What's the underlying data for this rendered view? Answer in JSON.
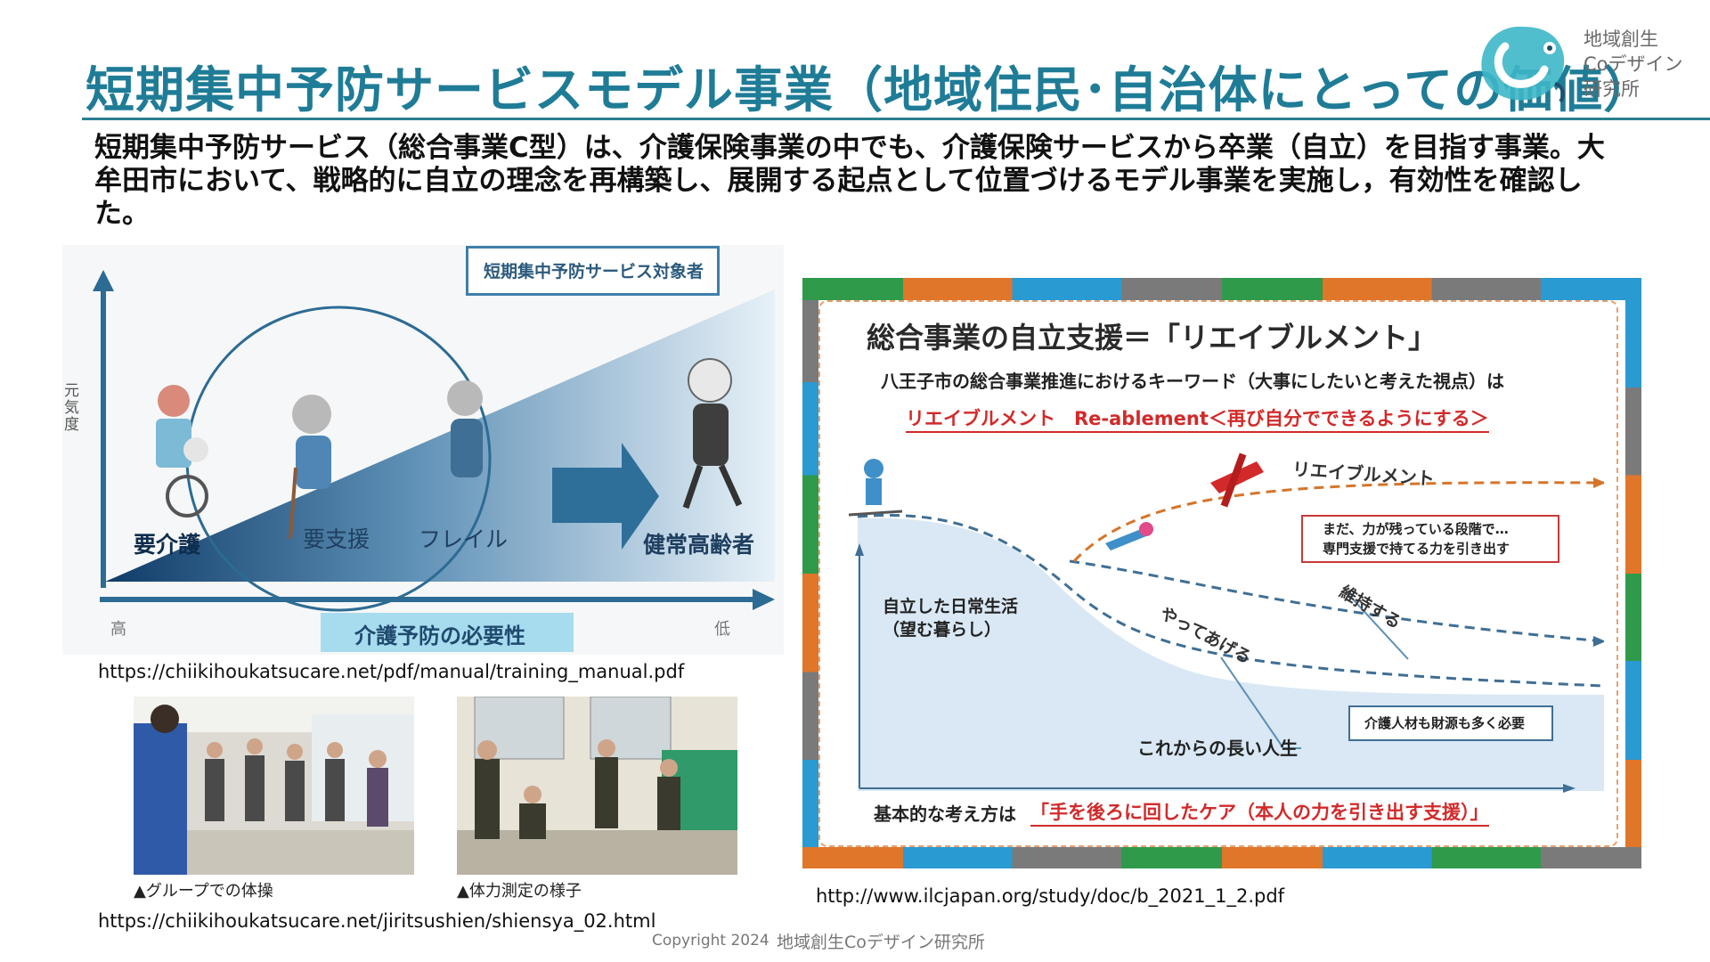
{
  "header": {
    "title": "短期集中予防サービスモデル事業（地域住民･自治体にとっての価値）",
    "logo_lines": [
      "地域創生",
      "Coデザイン",
      "研究所"
    ]
  },
  "lead_text": "短期集中予防サービス（総合事業C型）は、介護保険事業の中でも、介護保険サービスから卒業（自立）を目指す事業。大牟田市において、戦略的に自立の理念を再構築し、展開する起点として位置づけるモデル事業を実施し，有効性を確認した。",
  "left_figure": {
    "y_axis_label": "元気度",
    "target_box": "短期集中予防サービス対象者",
    "stages": [
      "要介護",
      "要支援",
      "フレイル",
      "健常高齢者"
    ],
    "x_left": "高",
    "x_right": "低",
    "x_axis_label": "介護予防の必要性",
    "source": "https://chiikihoukatsucare.net/pdf/manual/training_manual.pdf"
  },
  "photos": {
    "caption_1": "▲グループでの体操",
    "caption_2": "▲体力測定の様子",
    "source": "https://chiikihoukatsucare.net/jiritsushien/shiensya_02.html"
  },
  "right_figure": {
    "title": "総合事業の自立支援＝「リエイブルメント」",
    "subtitle": "八王子市の総合事業推進におけるキーワード（大事にしたいと考えた視点）は",
    "keyword": "リエイブルメント　Re-ablement＜再び自分でできるようにする＞",
    "curve_reablement": "リエイブルメント",
    "note_box_lines": [
      "まだ、力が残っている段階で…",
      "専門支援で持てる力を引き出す"
    ],
    "y_label_lines": [
      "自立した日常生活",
      "（望む暮らし）"
    ],
    "curve_do_for": "やってあげる",
    "curve_maintain": "維持する",
    "cost_box": "介護人材も財源も多く必要",
    "x_label": "これからの長い人生",
    "bottom_prefix": "基本的な考え方は",
    "bottom_emphasis": "「手を後ろに回したケア（本人の力を引き出す支援）」",
    "source": "http://www.ilcjapan.org/study/doc/b_2021_1_2.pdf"
  },
  "footer": {
    "copyright": "Copyright 2024",
    "org": "地域創生Coデザイン研究所"
  },
  "colors": {
    "title": "#1f7c97",
    "accent_red": "#d22a2a",
    "curve_blue": "#3f6f95",
    "curve_orange": "#d5752a"
  }
}
